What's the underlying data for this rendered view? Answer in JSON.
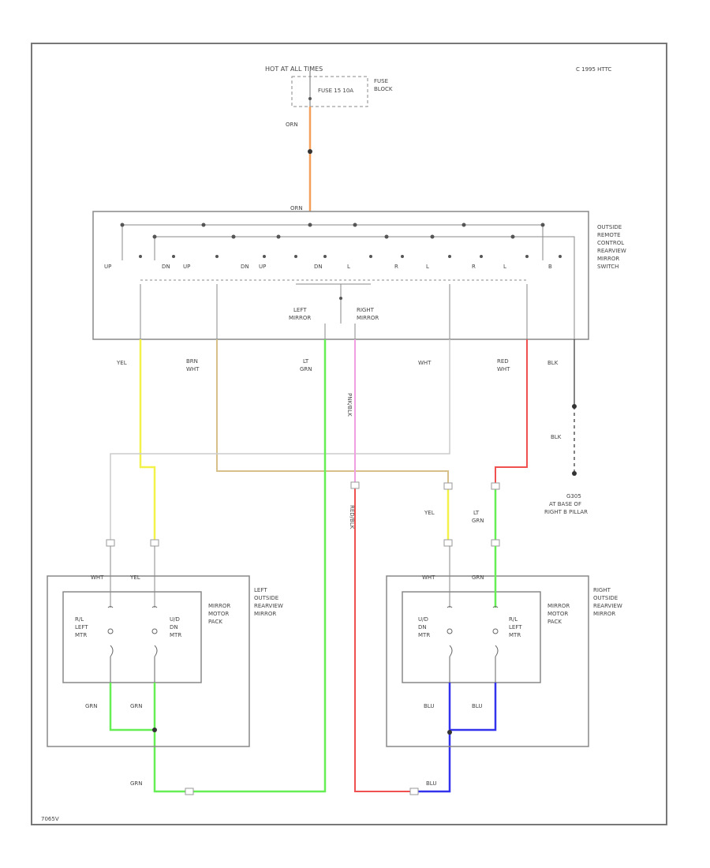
{
  "header": {
    "hot_label": "HOT AT ALL TIMES",
    "fuse_label": "FUSE 15 10A",
    "fuse_block": [
      "FUSE",
      "BLOCK"
    ],
    "ref_code": "C 1995 HTTC"
  },
  "switch": {
    "title_lines": [
      "OUTSIDE",
      "REMOTE",
      "CONTROL",
      "REARVIEW",
      "MIRROR",
      "SWITCH"
    ],
    "top_wire": "ORN",
    "terminals": [
      "UP",
      "DN",
      "UP",
      "DN",
      "UP",
      "DN",
      "L",
      "R",
      "L",
      "R",
      "L",
      "B"
    ],
    "left_mirror": [
      "LEFT",
      "MIRROR"
    ],
    "right_mirror": [
      "RIGHT",
      "MIRROR"
    ]
  },
  "wires": {
    "orn_top": "ORN",
    "yel": "YEL",
    "brn_wht": [
      "BRN",
      "WHT"
    ],
    "lt_grn": [
      "LT",
      "GRN"
    ],
    "pnk_blk": "PNK/BLK",
    "wht": "WHT",
    "red_wht": [
      "RED",
      "WHT"
    ],
    "blk": "BLK",
    "blk2": "BLK",
    "yel_right": "YEL",
    "lt_grn_right": [
      "LT",
      "GRN"
    ],
    "red_blk": "RED/BLK",
    "grn_left_a": "GRN",
    "grn_left_b": "GRN",
    "grn_bottom": "GRN",
    "blu_right_a": "BLU",
    "blu_right_b": "BLU",
    "blu_bottom": "BLU"
  },
  "ground": {
    "lines": [
      "G305",
      "AT BASE OF",
      "RIGHT B PILLAR"
    ]
  },
  "left_mirror": {
    "top_wires": [
      "WHT",
      "YEL"
    ],
    "motor_a": [
      "R/L",
      "LEFT",
      "MTR"
    ],
    "motor_b": [
      "U/D",
      "DN",
      "MTR"
    ],
    "pack_label": [
      "MIRROR",
      "MOTOR",
      "PACK"
    ],
    "mirror_label": [
      "LEFT",
      "OUTSIDE",
      "REARVIEW",
      "MIRROR"
    ]
  },
  "right_mirror": {
    "top_wires": [
      "WHT",
      "GRN"
    ],
    "motor_a": [
      "U/D",
      "DN",
      "MTR"
    ],
    "motor_b": [
      "R/L",
      "LEFT",
      "MTR"
    ],
    "pack_label": [
      "MIRROR",
      "MOTOR",
      "PACK"
    ],
    "mirror_label": [
      "RIGHT",
      "OUTSIDE",
      "REARVIEW",
      "MIRROR"
    ]
  },
  "footer_code": "7065V",
  "colors": {
    "orn": "#f5a05a",
    "yel": "#f2f24a",
    "brn": "#d8c08a",
    "grn": "#66ee55",
    "pnk": "#f0a0e0",
    "red": "#f05050",
    "blu": "#3333ee",
    "wht": "#cccccc",
    "blk": "#333333"
  }
}
